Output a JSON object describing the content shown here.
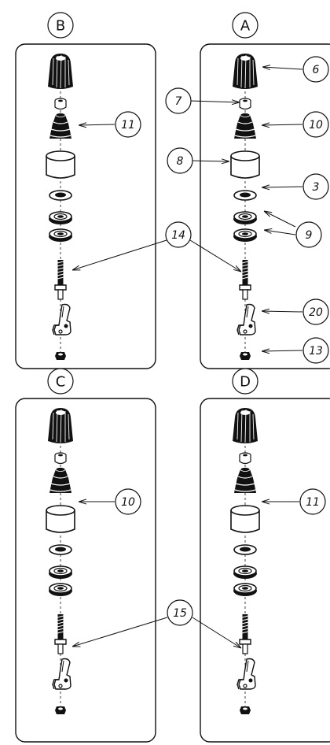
{
  "diagram": {
    "panels": [
      {
        "id": "B",
        "label": "B"
      },
      {
        "id": "A",
        "label": "A"
      },
      {
        "id": "C",
        "label": "C"
      },
      {
        "id": "D",
        "label": "D"
      }
    ],
    "callouts": [
      {
        "id": "c6",
        "label": "6",
        "panel": "A"
      },
      {
        "id": "c7",
        "label": "7",
        "panel": "A"
      },
      {
        "id": "c10a",
        "label": "10",
        "panel": "A"
      },
      {
        "id": "c8",
        "label": "8",
        "panel": "A"
      },
      {
        "id": "c3",
        "label": "3",
        "panel": "A"
      },
      {
        "id": "c9",
        "label": "9",
        "panel": "A"
      },
      {
        "id": "c20",
        "label": "20",
        "panel": "A"
      },
      {
        "id": "c13",
        "label": "13",
        "panel": "A"
      },
      {
        "id": "c11b",
        "label": "11",
        "panel": "B"
      },
      {
        "id": "c14",
        "label": "14",
        "panel": "A,B"
      },
      {
        "id": "c10c",
        "label": "10",
        "panel": "C"
      },
      {
        "id": "c11d",
        "label": "11",
        "panel": "D"
      },
      {
        "id": "c15",
        "label": "15",
        "panel": "C,D"
      }
    ],
    "colors": {
      "ink": "#111111",
      "paper": "#ffffff"
    }
  }
}
